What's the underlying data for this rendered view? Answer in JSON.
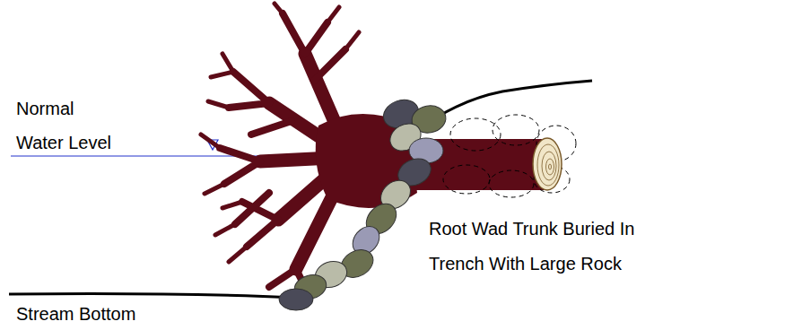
{
  "diagram": {
    "labels": [
      "Normal Water Level",
      "Root Wad Trunk Buried In Trench With Large Rock",
      "Stream Bottom"
    ]
  }
}
